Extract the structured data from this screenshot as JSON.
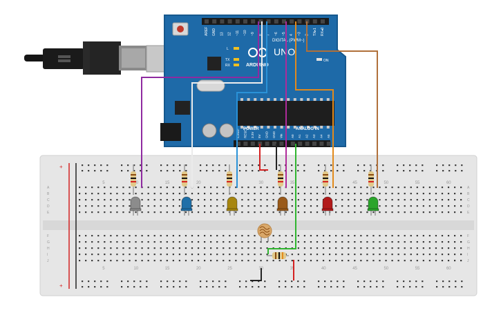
{
  "arduino": {
    "brand": "ARDUINO",
    "model": "UNO",
    "digital_label": "DIGITAL (PWM~)",
    "power_label": "POWER",
    "analog_label": "ANALOG IN",
    "on_label": "ON",
    "led_l": "L",
    "led_tx": "TX",
    "led_rx": "RX",
    "digital_pins": [
      "AREF",
      "GND",
      "13",
      "12",
      "~11",
      "~10",
      "~9",
      "8",
      "7",
      "~6",
      "~5",
      "4",
      "~3",
      "2",
      "TX▸1",
      "RX◂0"
    ],
    "power_pins": [
      "IOREF",
      "RESET",
      "3.3V",
      "5V",
      "GND",
      "GND",
      "Vin"
    ],
    "analog_pins": [
      "A0",
      "A1",
      "A2",
      "A3",
      "A4",
      "A5"
    ]
  },
  "breadboard": {
    "top_numbers": [
      "5",
      "10",
      "15",
      "20",
      "25",
      "30",
      "35",
      "40",
      "45",
      "50",
      "55",
      "60"
    ],
    "bottom_numbers": [
      "5",
      "10",
      "15",
      "20",
      "25",
      "30",
      "35",
      "40",
      "45",
      "50",
      "55",
      "60"
    ],
    "rows_top": [
      "A",
      "B",
      "C",
      "D",
      "E"
    ],
    "rows_bottom": [
      "F",
      "G",
      "H",
      "I",
      "J"
    ],
    "rail_plus": "+",
    "rail_minus": "−"
  },
  "components": {
    "leds": [
      {
        "name": "led-gray",
        "color": "#8c8c8c"
      },
      {
        "name": "led-blue",
        "color": "#1f6fa8"
      },
      {
        "name": "led-yellow",
        "color": "#a7860f"
      },
      {
        "name": "led-orange",
        "color": "#9a5a1a"
      },
      {
        "name": "led-red",
        "color": "#b21a1a"
      },
      {
        "name": "led-green",
        "color": "#2aa52a"
      }
    ]
  },
  "colors": {
    "board": "#1e6aa8",
    "board_edge": "#16588e",
    "breadboard": "#e6e6e6",
    "wire_purple": "#8e2aa0",
    "wire_white": "#ffffff",
    "wire_blue": "#2a92d8",
    "wire_magenta": "#b02a9a",
    "wire_orange": "#e28a1c",
    "wire_brown": "#b0703a",
    "wire_green": "#2fb52f",
    "wire_red": "#d42020",
    "wire_black": "#222222"
  }
}
